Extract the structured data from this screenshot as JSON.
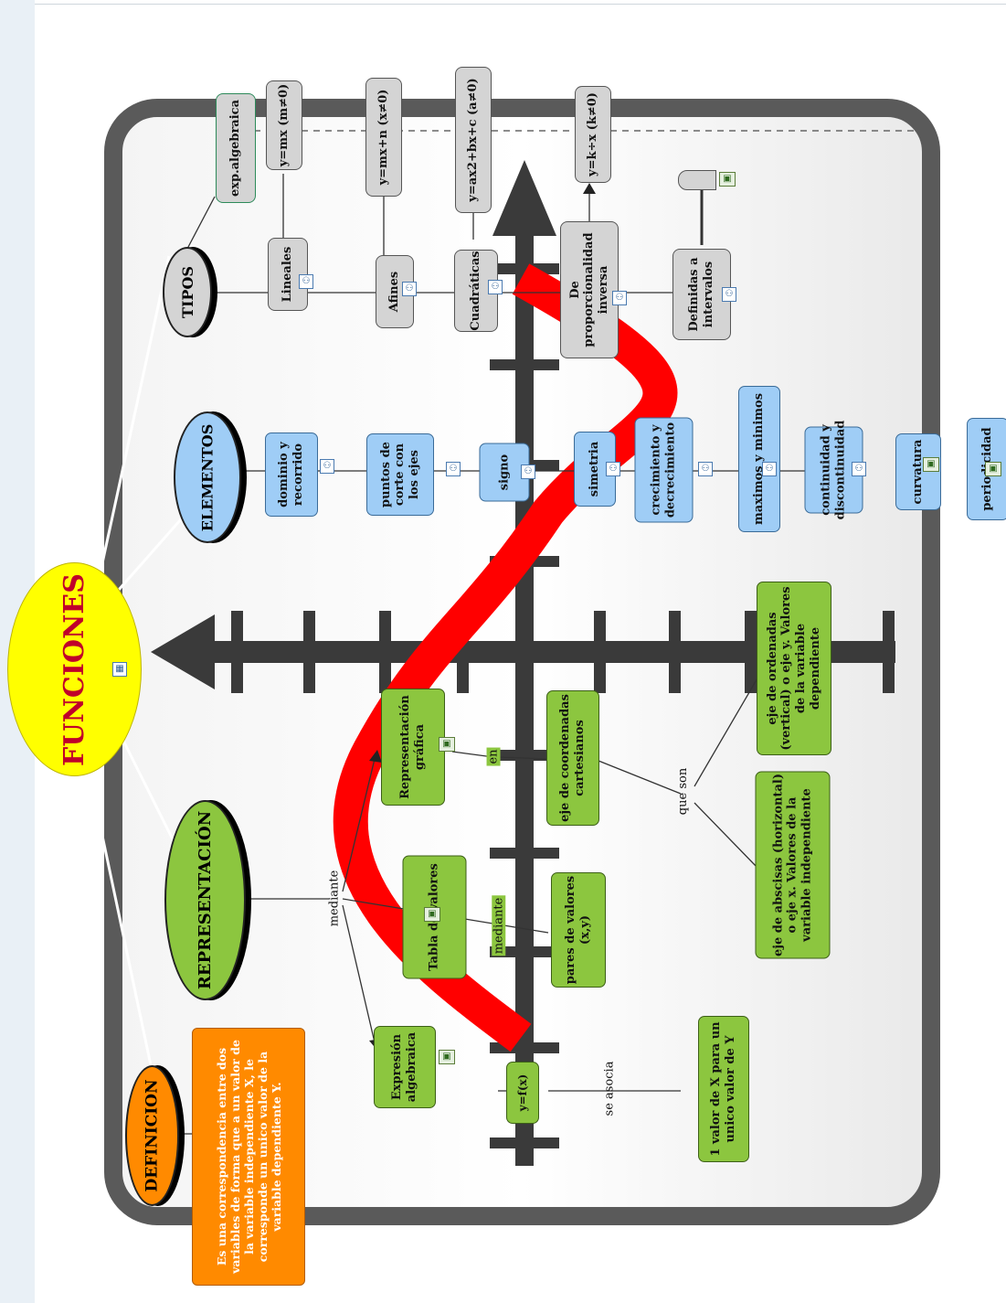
{
  "main_topic": "FUNCIONES",
  "categories": {
    "definicion": "DEFINICION",
    "representacion": "REPRESENTACIÓN",
    "elementos": "ELEMENTOS",
    "tipos": "TIPOS"
  },
  "definition_text": "Es una correspondencia entre dos variables de forma que a un valor de la variable independiente X, le corresponde un unico valor de la variable dependiente Y.",
  "representation": {
    "link_mediante": "mediante",
    "expresion": "Expresión algebraica",
    "tabla": "Tabla de valores",
    "grafica": "Representación gráfica",
    "yfx": "y=f(x)",
    "se_asocia": "se asocia",
    "valor_xy": "1 valor de X para un unico valor de Y",
    "link_mediante2": "mediante",
    "pares": "pares de valores (x,y)",
    "link_en": "en",
    "eje_coord": "eje de coordenadas cartesianos",
    "que_son": "que son",
    "abscisas": "eje de abscisas (horizontal) o eje x. Valores de la variable independiente",
    "ordenadas": "eje de ordenadas (vertical) o eje y. Valores de la variable dependiente"
  },
  "elements": [
    "dominio y recorrido",
    "puntos de corte con los ejes",
    "signo",
    "simetria",
    "crecimiento y decrecimiento",
    "maximos y minimos",
    "continuidad y discontinuidad",
    "curvatura",
    "periodicidad"
  ],
  "types": {
    "exp": "exp.algebraica",
    "lineales": "Lineales",
    "lineales_f": "y=mx  (m≠0)",
    "afines": "Afines",
    "afines_f": "y=mx+n  (x≠0)",
    "cuadraticas": "Cuadráticas",
    "cuadraticas_f": "y=ax2+bx+c  (a≠0)",
    "proporcionalidad": "De proporcionalidad inversa",
    "proporcionalidad_f": "y=k÷x  (k≠0)",
    "intervalos": "Definidas a intervalos"
  },
  "colors": {
    "yellow": "#ffff00",
    "blue": "#9fcdf6",
    "green": "#8cc63f",
    "grey": "#d4d4d4",
    "orange": "#ff8a00",
    "red": "#ff0000"
  }
}
